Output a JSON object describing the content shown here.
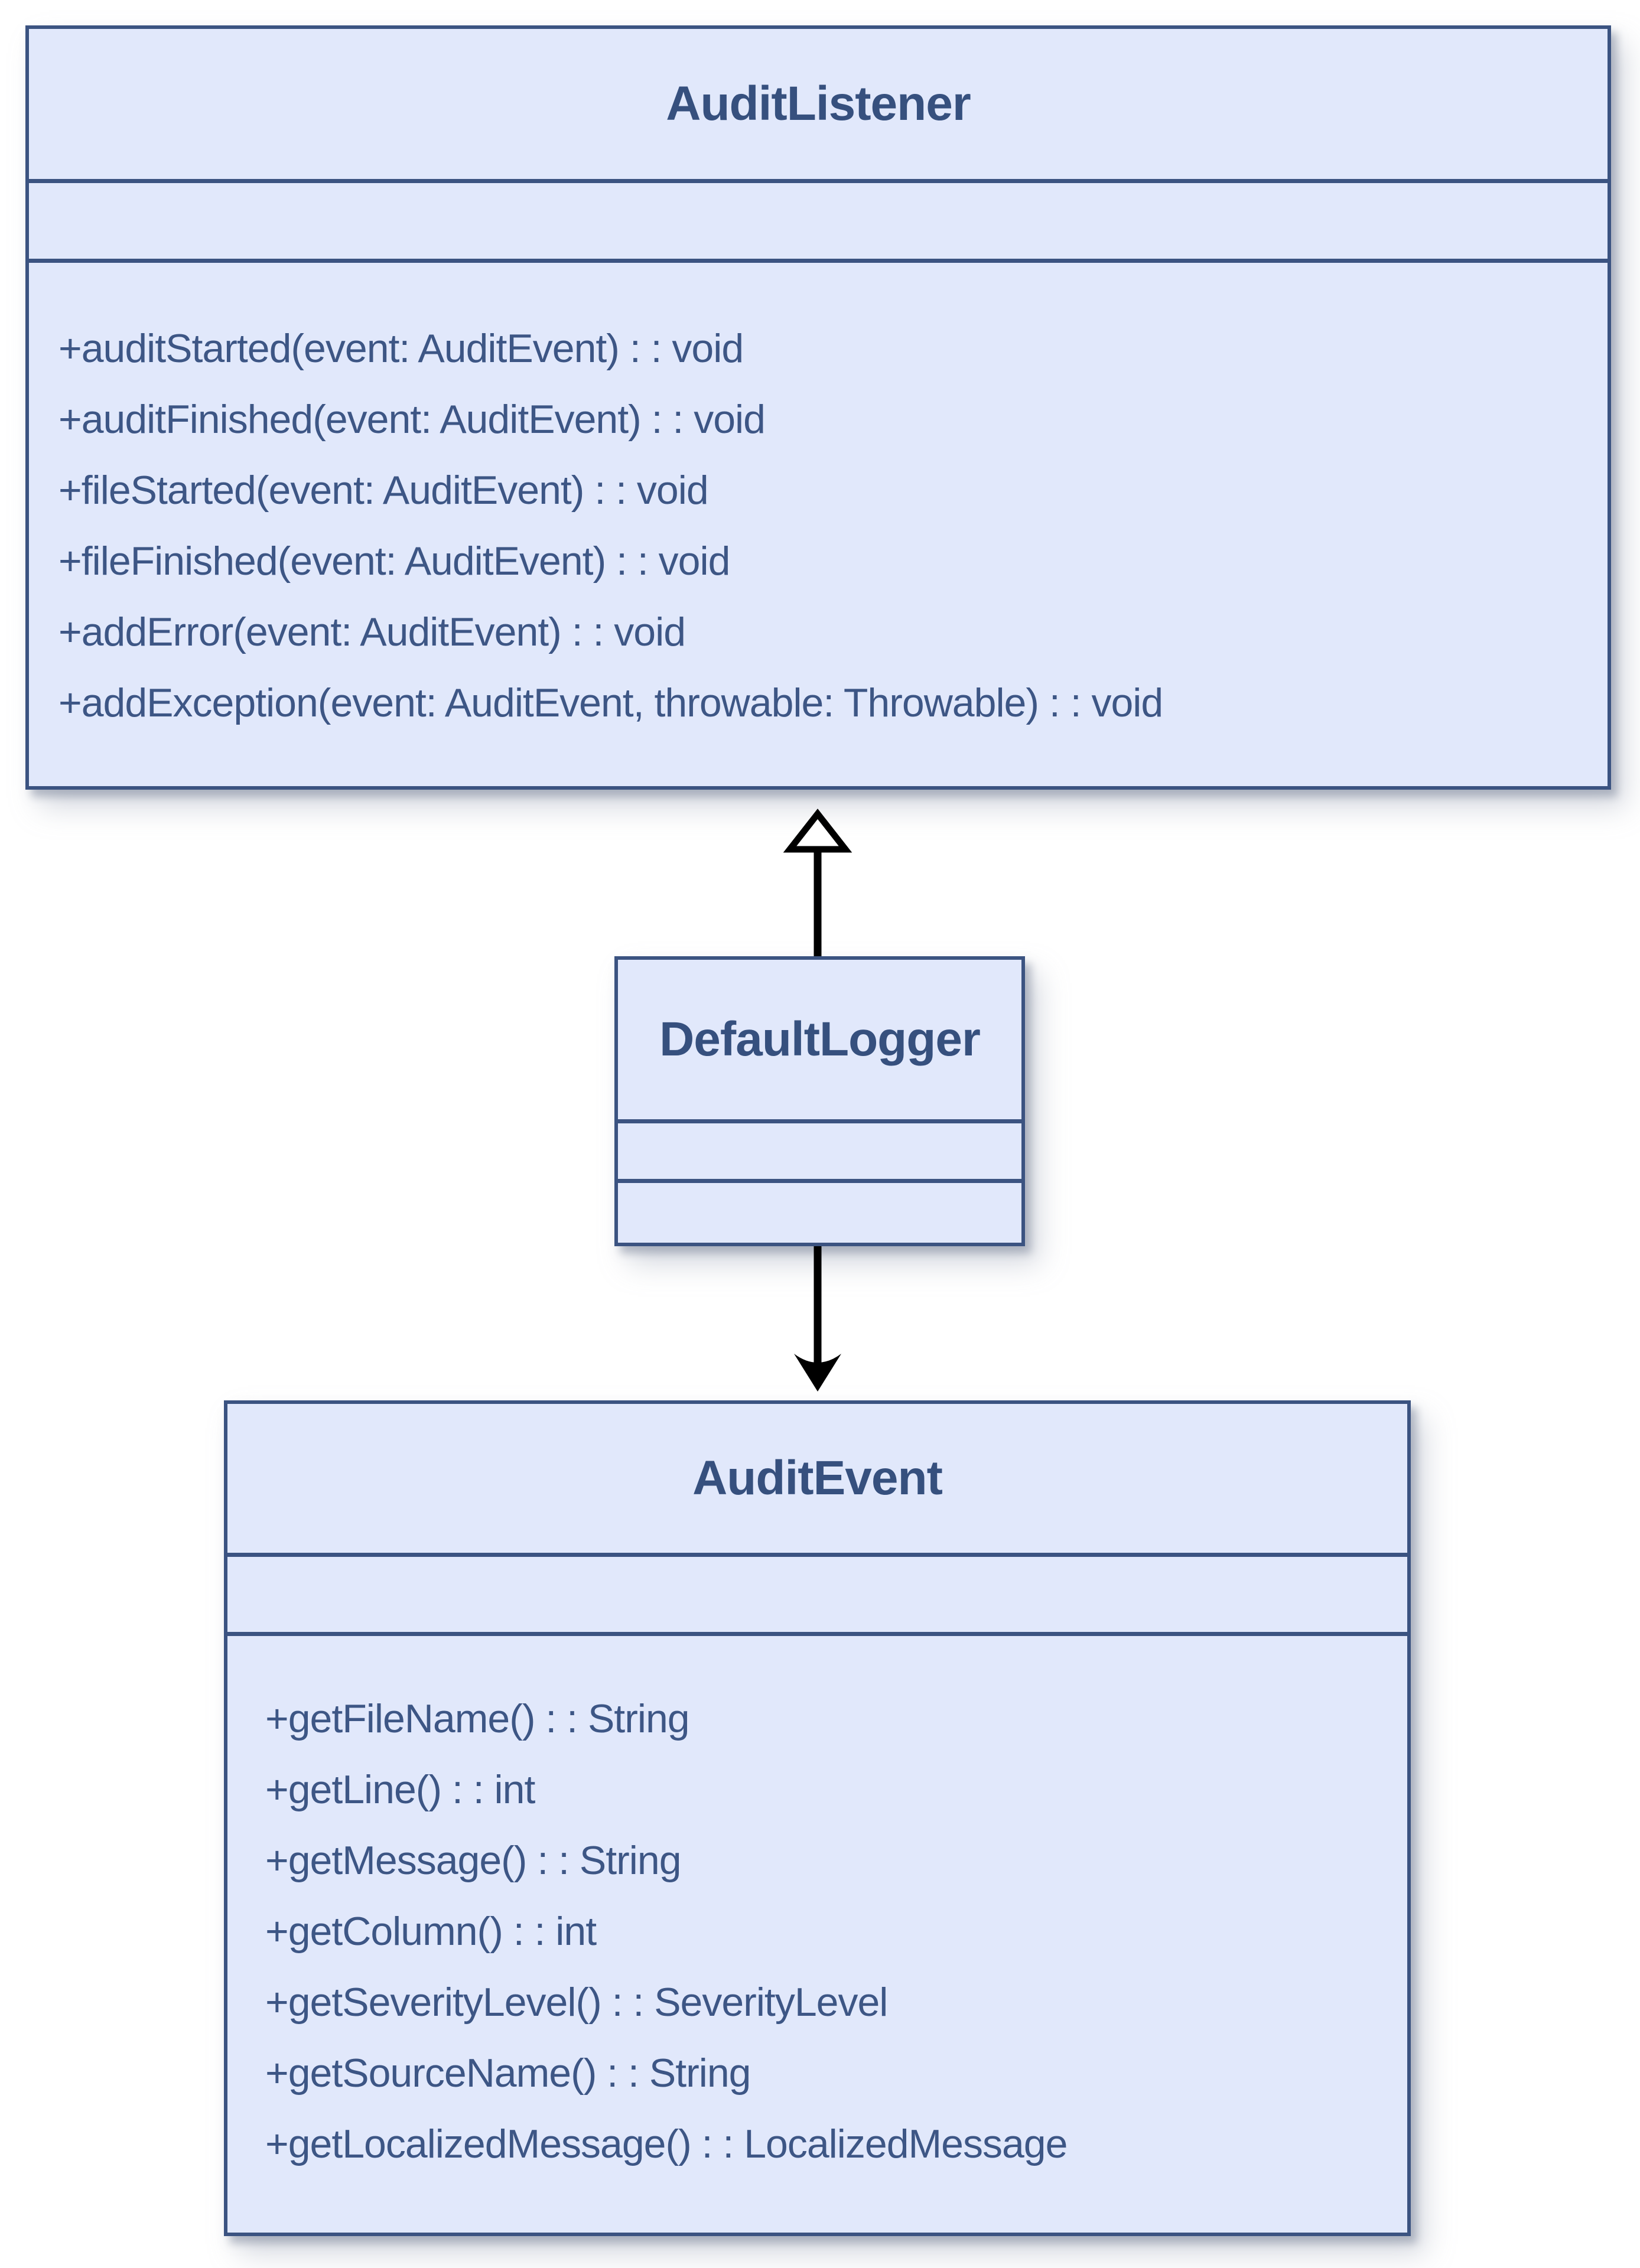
{
  "diagram": {
    "type": "uml-class-diagram",
    "colors": {
      "class_fill": "#e1e8fb",
      "class_border": "#3b5381",
      "title_text": "#36507e",
      "method_text": "#3d5685",
      "arrow": "#000000",
      "page_background": "#ffffff"
    },
    "classes": [
      {
        "name": "AuditListener",
        "attributes": [],
        "methods": [
          "+auditStarted(event: AuditEvent) : : void",
          "+auditFinished(event: AuditEvent) : : void",
          "+fileStarted(event: AuditEvent) : : void",
          "+fileFinished(event: AuditEvent) : : void",
          "+addError(event: AuditEvent) : : void",
          "+addException(event: AuditEvent, throwable: Throwable) : : void"
        ]
      },
      {
        "name": "DefaultLogger",
        "attributes": [],
        "methods": []
      },
      {
        "name": "AuditEvent",
        "attributes": [],
        "methods": [
          "+getFileName() : : String",
          "+getLine() : : int",
          "+getMessage() : : String",
          "+getColumn() : : int",
          "+getSeverityLevel() : : SeverityLevel",
          "+getSourceName() : : String",
          "+getLocalizedMessage() : : LocalizedMessage"
        ]
      }
    ],
    "relationships": [
      {
        "from": "DefaultLogger",
        "to": "AuditListener",
        "type": "generalization",
        "arrowhead": "hollow-triangle"
      },
      {
        "from": "DefaultLogger",
        "to": "AuditEvent",
        "type": "directed-association",
        "arrowhead": "open-filled"
      }
    ]
  }
}
